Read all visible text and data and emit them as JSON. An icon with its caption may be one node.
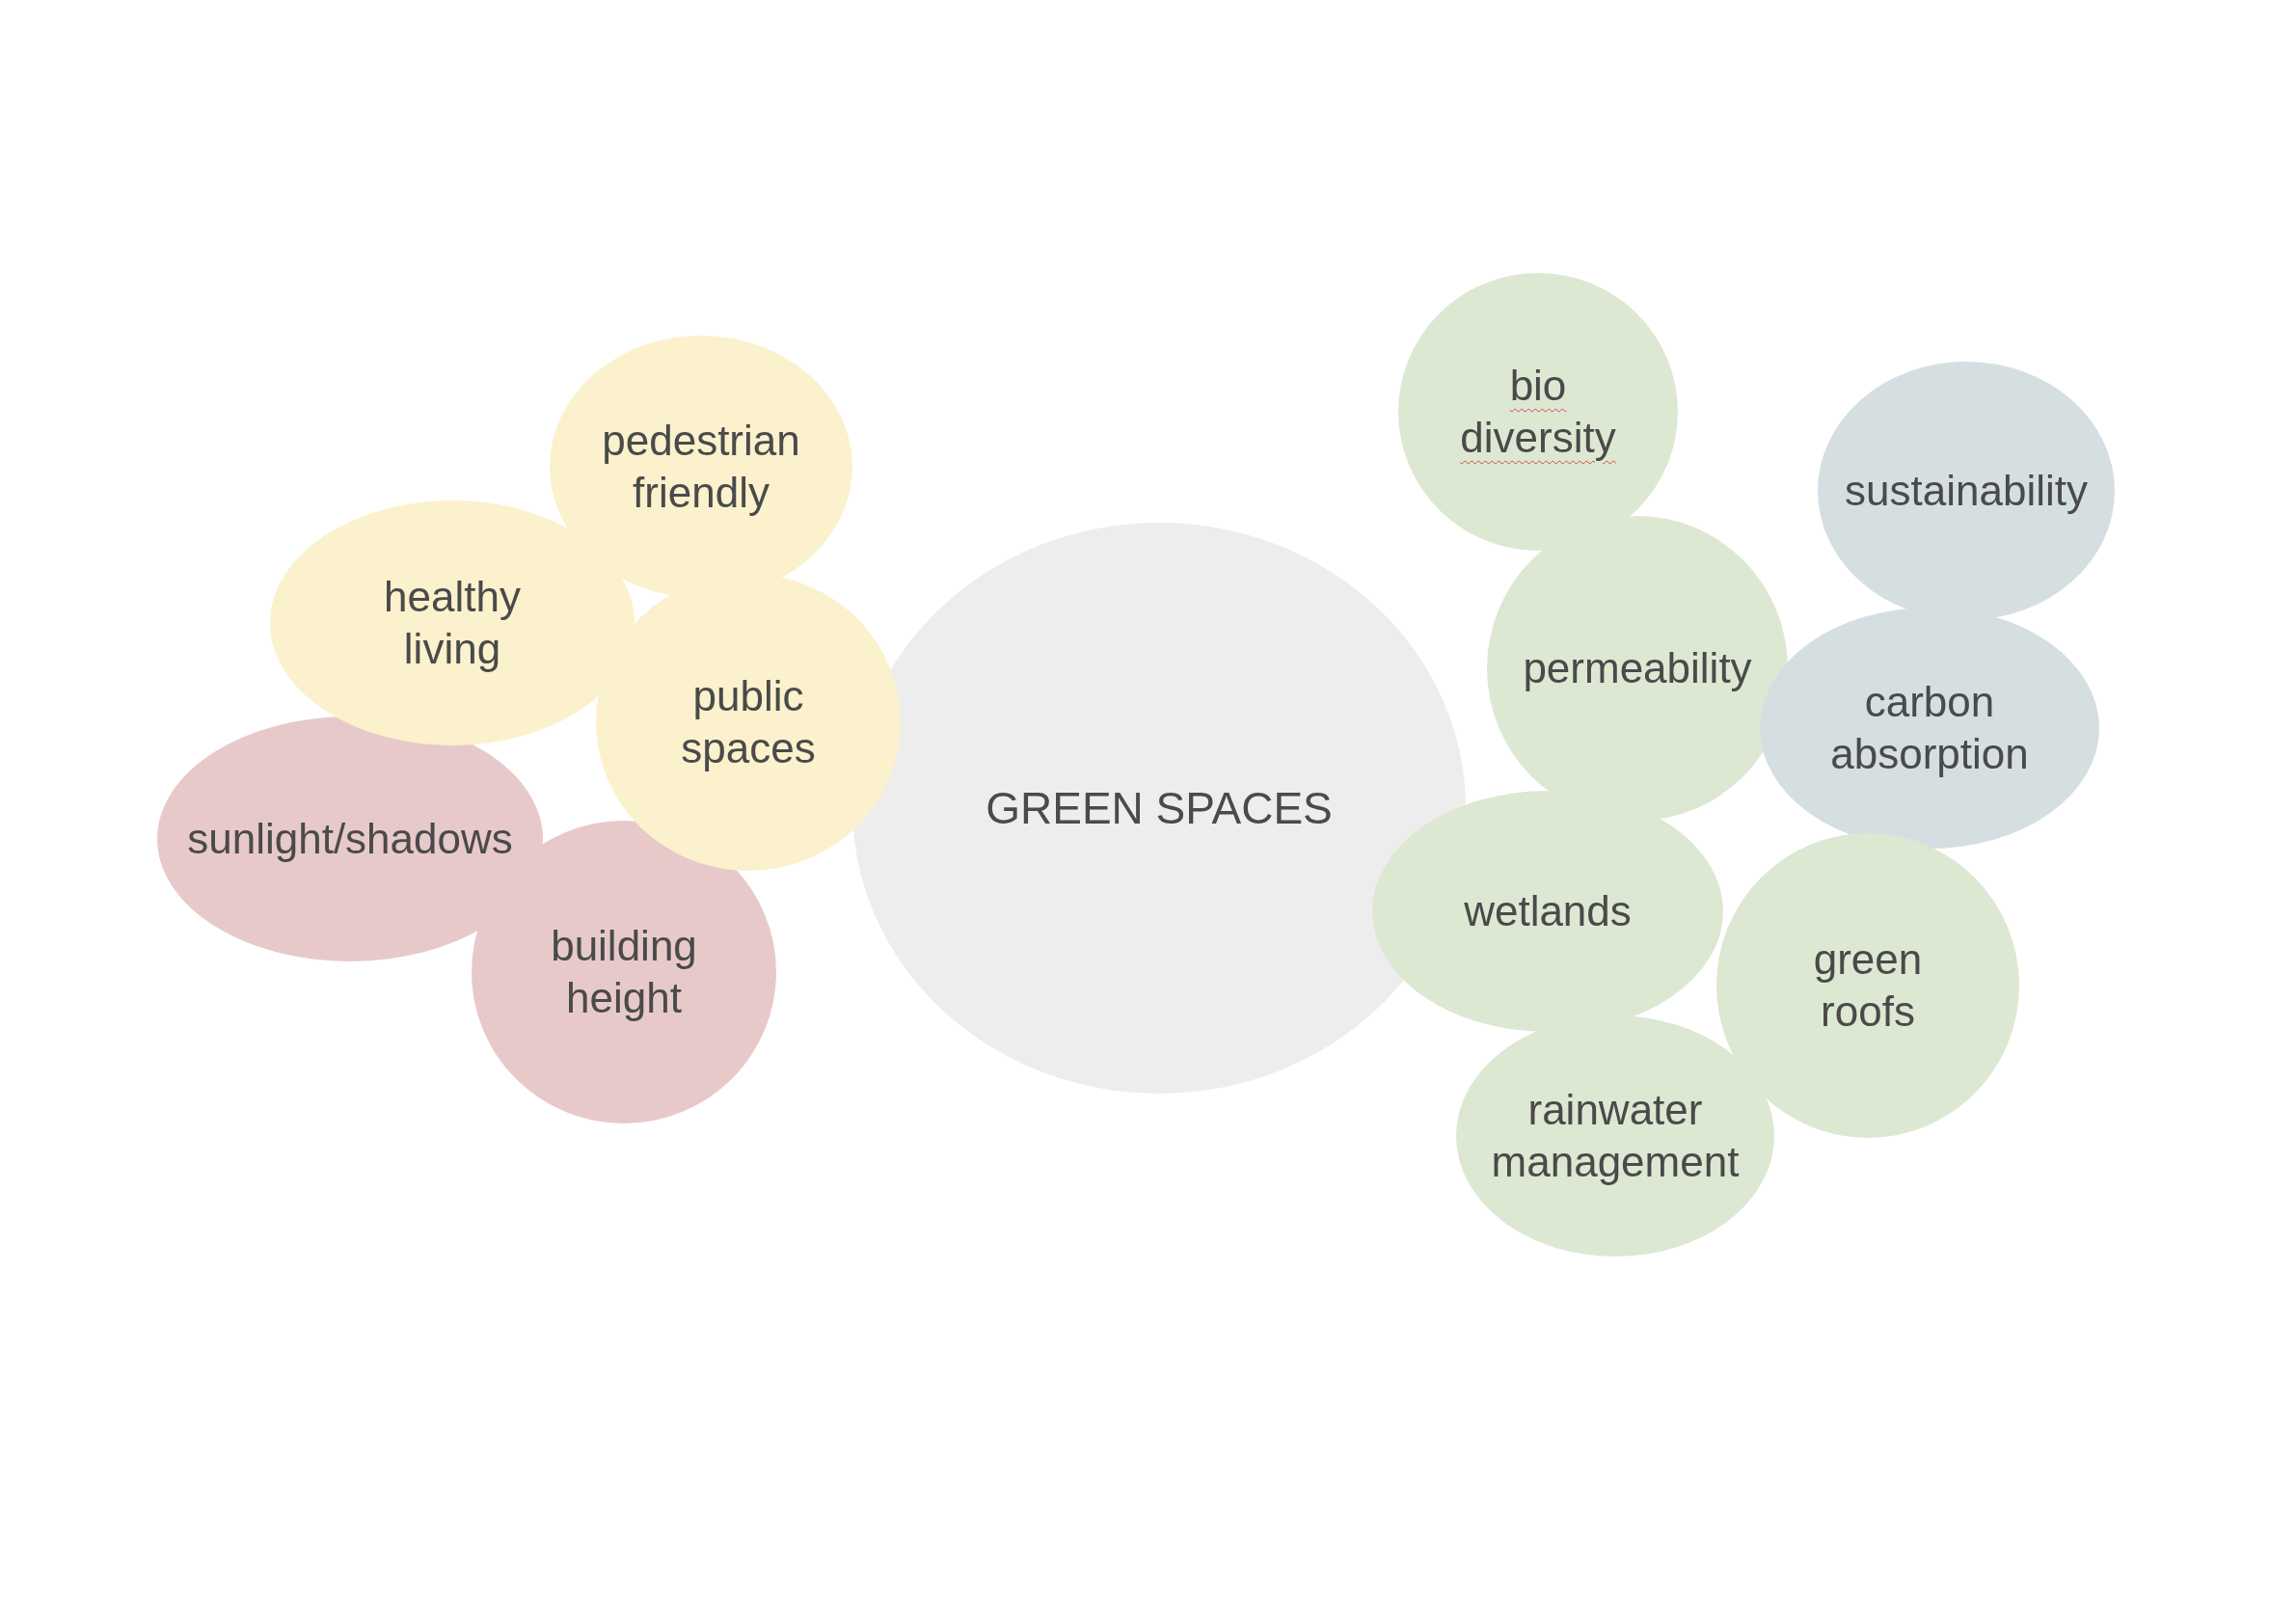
{
  "diagram": {
    "nodes": [
      {
        "text": [
          "GREEN SPACES"
        ]
      },
      {
        "text": [
          "pedestrian friendly"
        ]
      },
      {
        "text": [
          "healthy living"
        ]
      },
      {
        "text": [
          "public spaces"
        ]
      },
      {
        "text": [
          "sunlight/shadows"
        ]
      },
      {
        "text": [
          "building height"
        ]
      },
      {
        "text": [
          "bio diversity"
        ]
      },
      {
        "text": [
          "sustainability"
        ]
      },
      {
        "text": [
          "permeability"
        ]
      },
      {
        "text": [
          "carbon absorption"
        ]
      },
      {
        "text": [
          "wetlands"
        ]
      },
      {
        "text": [
          "green roofs"
        ]
      },
      {
        "text": [
          "rainwater management"
        ]
      }
    ]
  }
}
